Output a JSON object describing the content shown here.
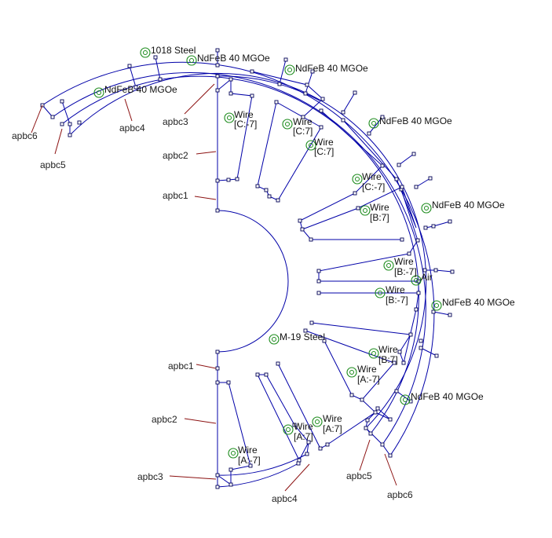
{
  "boundary_labels": {
    "left_top": [
      "apbc6",
      "apbc5",
      "apbc4",
      "apbc3",
      "apbc2",
      "apbc1"
    ],
    "bottom": [
      "apbc1",
      "apbc2",
      "apbc3",
      "apbc4",
      "apbc5",
      "apbc6"
    ]
  },
  "materials": {
    "steel_1018": "1018 Steel",
    "magnet": "NdFeB 40 MGOe",
    "air": "Air",
    "rotor_core": "M-19 Steel",
    "wire": "Wire"
  },
  "wire_circuits": [
    "[C:-7]",
    "[C:7]",
    "[C:7]",
    "[C:-7]",
    "[B:7]",
    "[B:-7]",
    "[B:-7]",
    "[B:7]",
    "[A:-7]",
    "[A:7]",
    "[A:7]",
    "[A:-7]"
  ],
  "colors": {
    "geometry": "#0000a8",
    "marker": "#1a8a1a",
    "leader": "#8b1010",
    "text": "#111111"
  }
}
